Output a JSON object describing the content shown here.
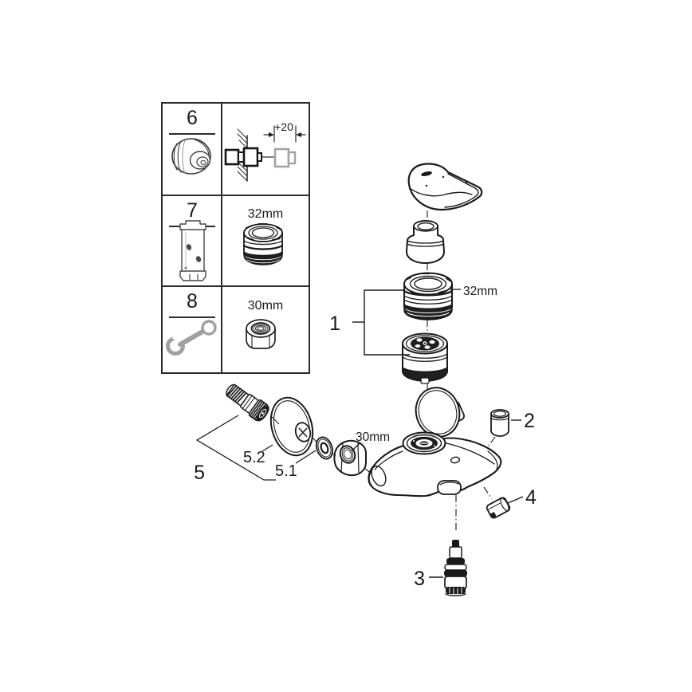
{
  "colors": {
    "ink": "#1a1a1a",
    "gray": "#a0a0a0",
    "background": "#ffffff"
  },
  "parts_table": {
    "rows": [
      {
        "number": "6",
        "detail_dimension": "+20"
      },
      {
        "number": "7",
        "detail_dimension": "32mm"
      },
      {
        "number": "8",
        "detail_dimension": "30mm"
      }
    ]
  },
  "exploded_view": {
    "callouts": {
      "c1": "1",
      "c2": "2",
      "c3": "3",
      "c4": "4",
      "c5": "5",
      "c5_1": "5.1",
      "c5_2": "5.2"
    },
    "dimensions": {
      "cartridge_nut": "32mm",
      "union_nut": "30mm"
    }
  }
}
